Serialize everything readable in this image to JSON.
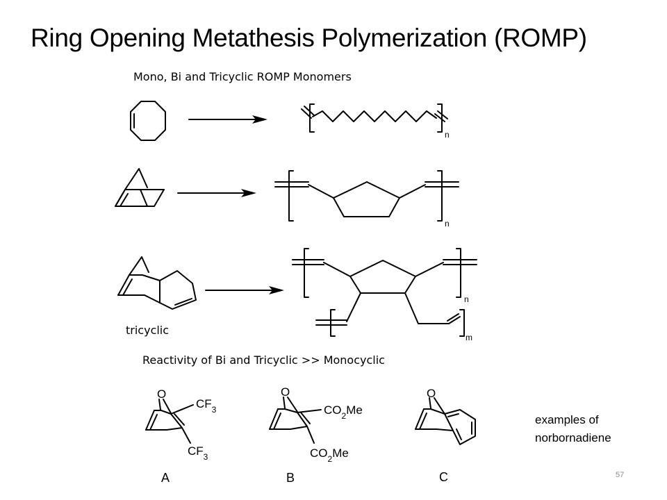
{
  "title": "Ring Opening Metathesis Polymerization (ROMP)",
  "header_label": "Mono, Bi and Tricyclic ROMP Monomers",
  "reactivity_label": "Reactivity of Bi and Tricyclic >> Monocyclic",
  "tricyclic_label": "tricyclic",
  "repeat_n": "n",
  "repeat_m": "m",
  "atom_O": "O",
  "subst_cf3": "CF",
  "subst_cf3_sub": "3",
  "subst_co2me_a": "CO",
  "subst_co2me_sub": "2",
  "subst_co2me_b": "Me",
  "example_labels": [
    "A",
    "B",
    "C"
  ],
  "examples_note_line1": "examples of",
  "examples_note_line2": "norbornadiene",
  "page_number": "57"
}
